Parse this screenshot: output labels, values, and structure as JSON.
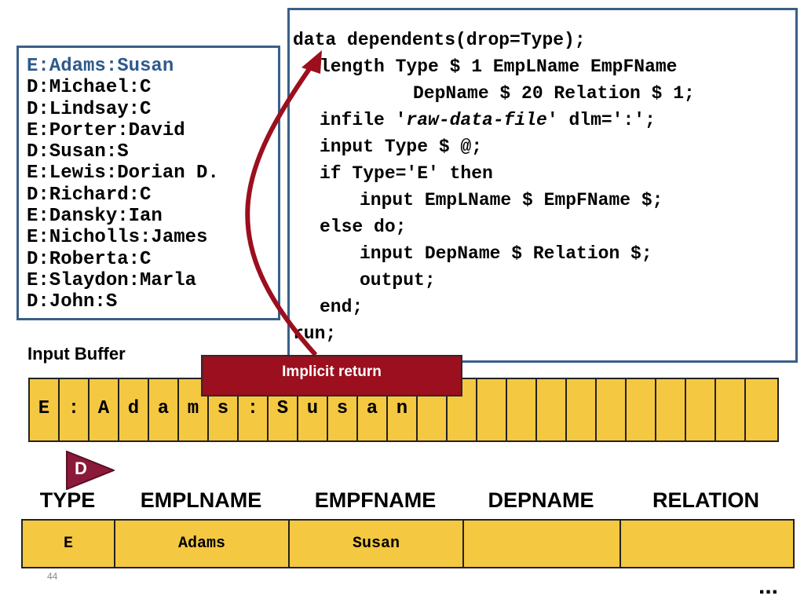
{
  "raw_data": {
    "lines": [
      "E:Adams:Susan",
      "D:Michael:C",
      "D:Lindsay:C",
      "E:Porter:David",
      "D:Susan:S",
      "E:Lewis:Dorian D.",
      "D:Richard:C",
      "E:Dansky:Ian",
      "E:Nicholls:James",
      "D:Roberta:C",
      "E:Slaydon:Marla",
      "D:John:S"
    ],
    "current_line_color": "#2e5a8c"
  },
  "code": {
    "line1": "data dependents(drop=Type);",
    "line2": "length Type $ 1 EmpLName EmpFName",
    "line3": "DepName $ 20 Relation $ 1;",
    "line4_pre": "infile '",
    "line4_italic": "raw-data-file",
    "line4_post": "' dlm=':';",
    "line5": "input Type $ @;",
    "line6": "if Type='E' then",
    "line7": "input EmpLName $ EmpFName $;",
    "line8": "else do;",
    "line9": "input DepName $ Relation $;",
    "line10": "output;",
    "line11": "end;",
    "line12": "run;"
  },
  "input_buffer": {
    "label": "Input Buffer",
    "cells": [
      "E",
      ":",
      "A",
      "d",
      "a",
      "m",
      "s",
      ":",
      "S",
      "u",
      "s",
      "a",
      "n",
      "",
      "",
      "",
      "",
      "",
      "",
      "",
      "",
      "",
      "",
      "",
      ""
    ]
  },
  "callout": {
    "text": "Implicit return",
    "color": "#9b0f1e"
  },
  "marker": {
    "label": "D",
    "color": "#8b1a3a"
  },
  "pdv": {
    "headers": [
      "TYPE",
      "EMPLNAME",
      "EMPFNAME",
      "DEPNAME",
      "RELATION"
    ],
    "values": [
      "E",
      "Adams",
      "Susan",
      "",
      ""
    ],
    "fill_color": "#f5c842"
  },
  "footer": {
    "slide_number": "44",
    "ellipsis": "..."
  }
}
